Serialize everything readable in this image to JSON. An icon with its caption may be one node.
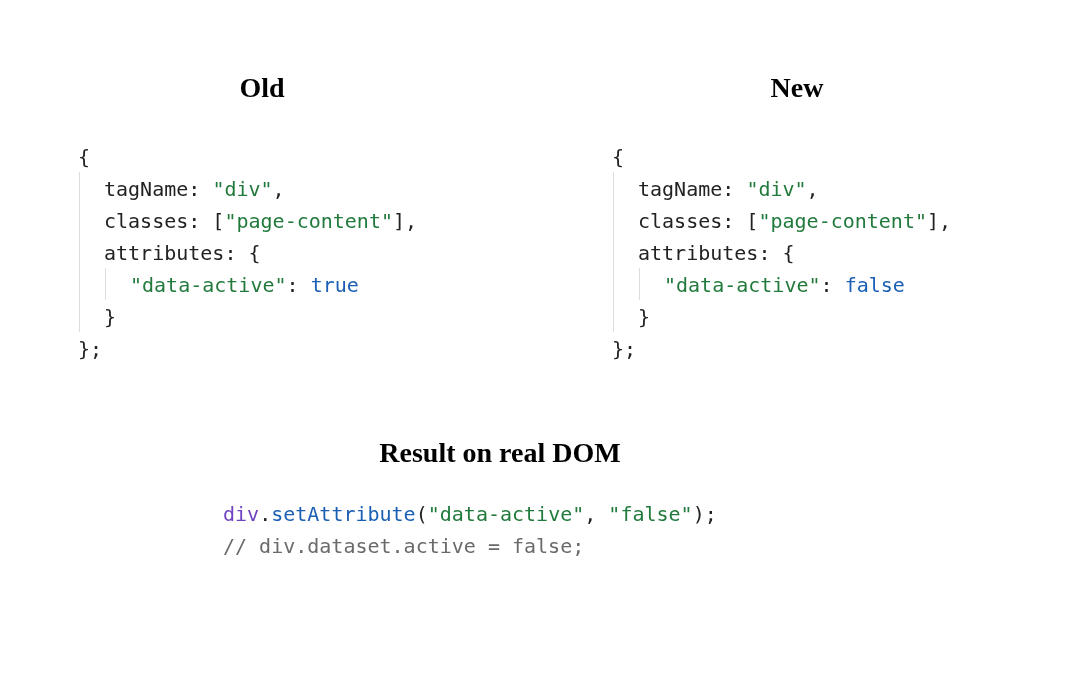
{
  "diagram": {
    "labels": [
      "Old",
      "New",
      "{",
      "tagName: \"div\",",
      "classes: [\"page-content\"],",
      "attributes: {",
      "\"data-active\": true",
      "}",
      "};",
      "{",
      "tagName: \"div\",",
      "classes: [\"page-content\"],",
      "attributes: {",
      "\"data-active\": false",
      "}",
      "};",
      "Result on real DOM",
      "div.setAttribute(\"data-active\", \"false\");",
      "// div.dataset.active = false;"
    ]
  }
}
